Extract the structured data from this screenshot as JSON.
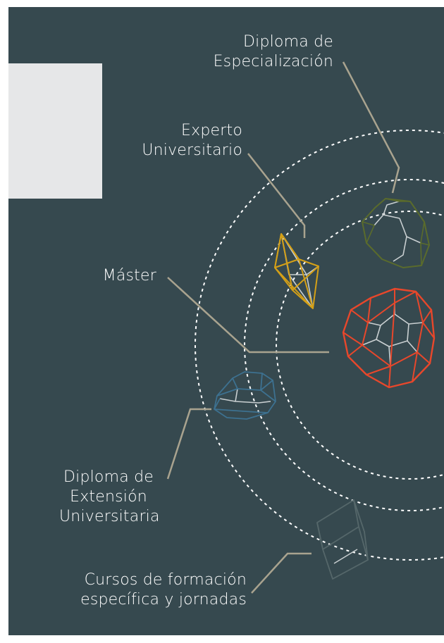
{
  "labels": {
    "diploma_especializacion": [
      "Diploma de",
      "Especialización"
    ],
    "experto_universitario": [
      "Experto",
      "Universitario"
    ],
    "master": [
      "Máster"
    ],
    "diploma_extension": [
      "Diploma de",
      "Extensión",
      "Universitaria"
    ],
    "cursos": [
      "Cursos de formación",
      "específica y jornadas"
    ]
  },
  "colors": {
    "background": "#36494f",
    "notch": "#e6e7e8",
    "orbit": "#ffffff",
    "leader_line": "#a9a38f",
    "master_shape": "#e8472b",
    "experto_shape": "#d4a017",
    "especializacion_shape": "#5a6b2c",
    "extension_shape": "#3d7190",
    "cursos_shape": "#55676a",
    "inner_wire": "#c9cfd1"
  },
  "icons": {
    "master": "dodecahedron-icon",
    "experto": "bipyramid-icon",
    "especializacion": "polyhedron-icon",
    "extension": "prism-icon",
    "cursos": "cube-icon"
  }
}
